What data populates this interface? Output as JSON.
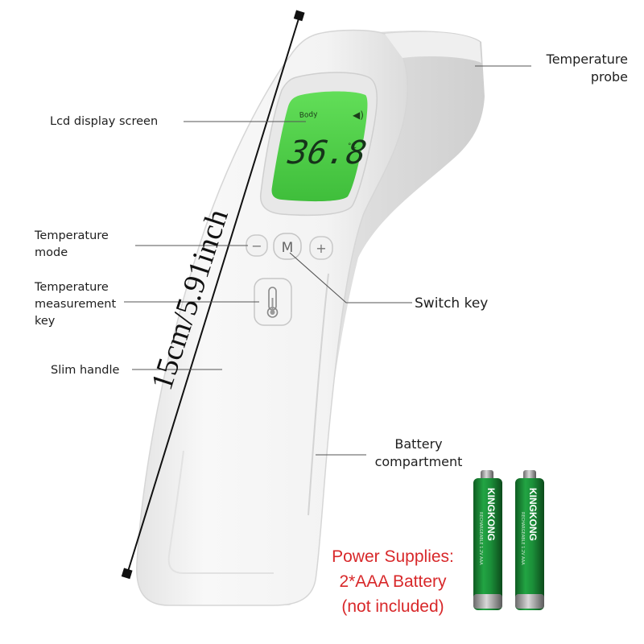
{
  "labels": {
    "probe_line1": "Temperature",
    "probe_line2": "probe",
    "lcd": "Lcd display screen",
    "mode_line1": "Temperature",
    "mode_line2": "mode",
    "measure_line1": "Temperature",
    "measure_line2": "measurement",
    "measure_line3": "key",
    "slim": "Slim handle",
    "switch": "Switch key",
    "battery_line1": "Battery",
    "battery_line2": "compartment"
  },
  "dimension": "15cm/5.91inch",
  "lcd_screen": {
    "mode": "Body",
    "reading": "36.8",
    "unit": "°C",
    "backlight_color": "#4fd24a"
  },
  "buttons": {
    "minus": "−",
    "mode": "M",
    "plus": "+"
  },
  "batteries": {
    "brand": "KINGKONG",
    "fine_print": "RECHARGEABLE 1.2V AAA",
    "color": "#1f9a3a"
  },
  "power_note": {
    "line1": "Power Supplies:",
    "line2": "2*AAA Battery",
    "line3": "(not included)",
    "color": "#d8282a"
  }
}
